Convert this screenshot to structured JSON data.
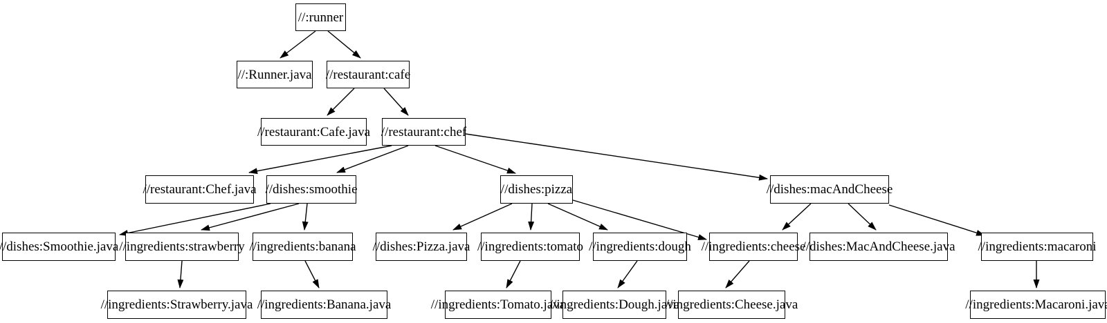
{
  "diagram": {
    "type": "dependency-graph",
    "background_color": "#ffffff",
    "node_border_color": "#000000",
    "node_fill_color": "#ffffff",
    "text_color": "#000000",
    "edge_color": "#000000",
    "nodes": [
      {
        "id": "runner",
        "label": "//:runner"
      },
      {
        "id": "runner-java",
        "label": "//:Runner.java"
      },
      {
        "id": "cafe",
        "label": "//restaurant:cafe"
      },
      {
        "id": "cafe-java",
        "label": "//restaurant:Cafe.java"
      },
      {
        "id": "chef",
        "label": "//restaurant:chef"
      },
      {
        "id": "chef-java",
        "label": "//restaurant:Chef.java"
      },
      {
        "id": "smoothie",
        "label": "//dishes:smoothie"
      },
      {
        "id": "pizza",
        "label": "//dishes:pizza"
      },
      {
        "id": "macandcheese",
        "label": "//dishes:macAndCheese"
      },
      {
        "id": "smoothie-java",
        "label": "//dishes:Smoothie.java"
      },
      {
        "id": "strawberry",
        "label": "//ingredients:strawberry"
      },
      {
        "id": "banana",
        "label": "//ingredients:banana"
      },
      {
        "id": "pizza-java",
        "label": "//dishes:Pizza.java"
      },
      {
        "id": "tomato",
        "label": "//ingredients:tomato"
      },
      {
        "id": "dough",
        "label": "//ingredients:dough"
      },
      {
        "id": "cheese",
        "label": "//ingredients:cheese"
      },
      {
        "id": "macandcheese-java",
        "label": "//dishes:MacAndCheese.java"
      },
      {
        "id": "macaroni",
        "label": "//ingredients:macaroni"
      },
      {
        "id": "strawberry-java",
        "label": "//ingredients:Strawberry.java"
      },
      {
        "id": "banana-java",
        "label": "//ingredients:Banana.java"
      },
      {
        "id": "tomato-java",
        "label": "//ingredients:Tomato.java"
      },
      {
        "id": "dough-java",
        "label": "//ingredients:Dough.java"
      },
      {
        "id": "cheese-java",
        "label": "//ingredients:Cheese.java"
      },
      {
        "id": "macaroni-java",
        "label": "//ingredients:Macaroni.java"
      }
    ],
    "edges": [
      {
        "from": "runner",
        "to": "runner-java"
      },
      {
        "from": "runner",
        "to": "cafe"
      },
      {
        "from": "cafe",
        "to": "cafe-java"
      },
      {
        "from": "cafe",
        "to": "chef"
      },
      {
        "from": "chef",
        "to": "chef-java"
      },
      {
        "from": "chef",
        "to": "smoothie"
      },
      {
        "from": "chef",
        "to": "pizza"
      },
      {
        "from": "chef",
        "to": "macandcheese"
      },
      {
        "from": "smoothie",
        "to": "smoothie-java"
      },
      {
        "from": "smoothie",
        "to": "strawberry"
      },
      {
        "from": "smoothie",
        "to": "banana"
      },
      {
        "from": "strawberry",
        "to": "strawberry-java"
      },
      {
        "from": "banana",
        "to": "banana-java"
      },
      {
        "from": "pizza",
        "to": "pizza-java"
      },
      {
        "from": "pizza",
        "to": "tomato"
      },
      {
        "from": "pizza",
        "to": "dough"
      },
      {
        "from": "pizza",
        "to": "cheese"
      },
      {
        "from": "tomato",
        "to": "tomato-java"
      },
      {
        "from": "dough",
        "to": "dough-java"
      },
      {
        "from": "cheese",
        "to": "cheese-java"
      },
      {
        "from": "macandcheese",
        "to": "cheese"
      },
      {
        "from": "macandcheese",
        "to": "macandcheese-java"
      },
      {
        "from": "macandcheese",
        "to": "macaroni"
      },
      {
        "from": "macaroni",
        "to": "macaroni-java"
      }
    ]
  }
}
